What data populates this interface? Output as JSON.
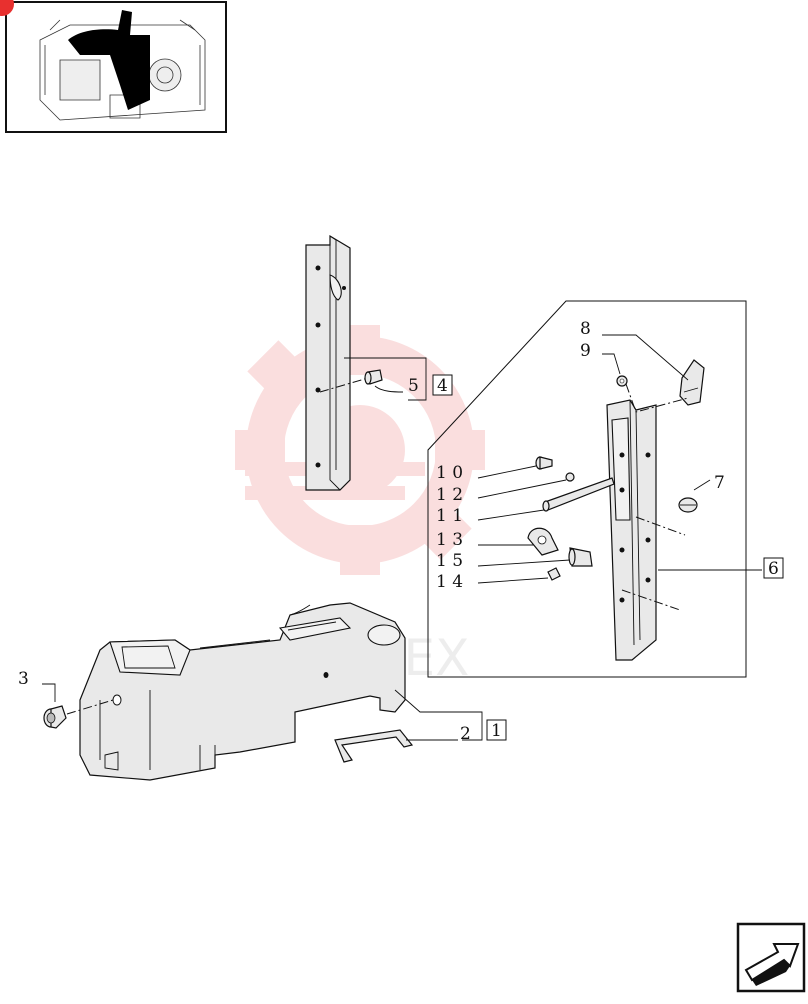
{
  "callouts": {
    "c2": "2",
    "c3": "3",
    "c5": "5",
    "c7": "7",
    "c8": "8",
    "c9": "9",
    "c10": "1 0",
    "c11": "1 1",
    "c12": "1 2",
    "c13": "1 3",
    "c14": "1 4",
    "c15": "1 5"
  },
  "boxed": {
    "b1": "1",
    "b4": "4",
    "b6": "6"
  },
  "watermark": {
    "text": "ИНТЕХ"
  },
  "colors": {
    "watermark": "#f4b8b8",
    "badge": "#e8302f"
  },
  "icons": {
    "thumbnail": "cab-location-thumbnail",
    "next": "next-page-arrow-icon"
  }
}
